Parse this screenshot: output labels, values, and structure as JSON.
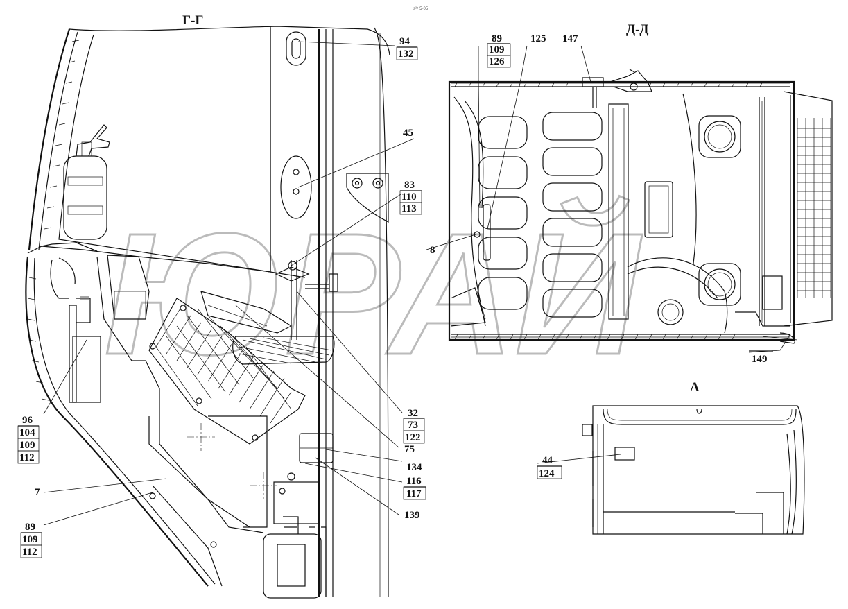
{
  "views": {
    "section_gg": "Г-Г",
    "section_dd": "Д-Д",
    "view_a": "А"
  },
  "watermark": "ЮРАЙ",
  "corner_mark": "s²⁵ 5·05",
  "callouts": {
    "c94": [
      "94",
      "132"
    ],
    "c89a": [
      "89",
      "109",
      "126"
    ],
    "c125": [
      "125"
    ],
    "c147": [
      "147"
    ],
    "c45": [
      "45"
    ],
    "c83": [
      "83",
      "110",
      "113"
    ],
    "c8": [
      "8"
    ],
    "c149": [
      "149"
    ],
    "c44": [
      "44",
      "124"
    ],
    "c32": [
      "32",
      "73",
      "122"
    ],
    "c75": [
      "75"
    ],
    "c134": [
      "134"
    ],
    "c116": [
      "116",
      "117"
    ],
    "c139": [
      "139"
    ],
    "c96": [
      "96",
      "104",
      "109",
      "112"
    ],
    "c7": [
      "7"
    ],
    "c89b": [
      "89",
      "109",
      "112"
    ]
  }
}
